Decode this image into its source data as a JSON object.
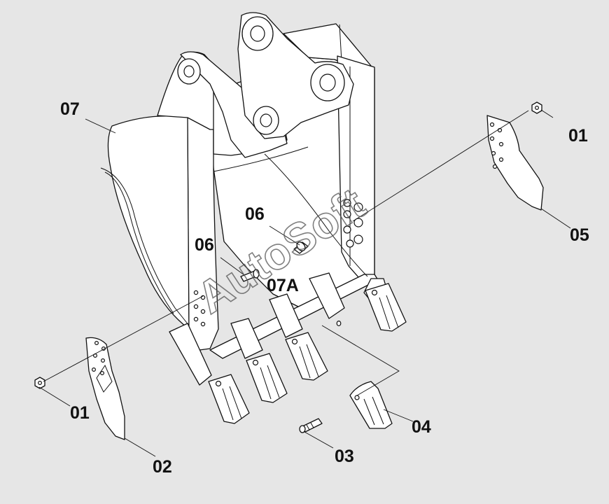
{
  "watermark": "AutoSoft",
  "callouts": [
    {
      "id": "07",
      "text": "07"
    },
    {
      "id": "01a",
      "text": "01"
    },
    {
      "id": "05",
      "text": "05"
    },
    {
      "id": "06a",
      "text": "06"
    },
    {
      "id": "06b",
      "text": "06"
    },
    {
      "id": "07A",
      "text": "07A"
    },
    {
      "id": "01b",
      "text": "01"
    },
    {
      "id": "02",
      "text": "02"
    },
    {
      "id": "03",
      "text": "03"
    },
    {
      "id": "04",
      "text": "04"
    }
  ]
}
